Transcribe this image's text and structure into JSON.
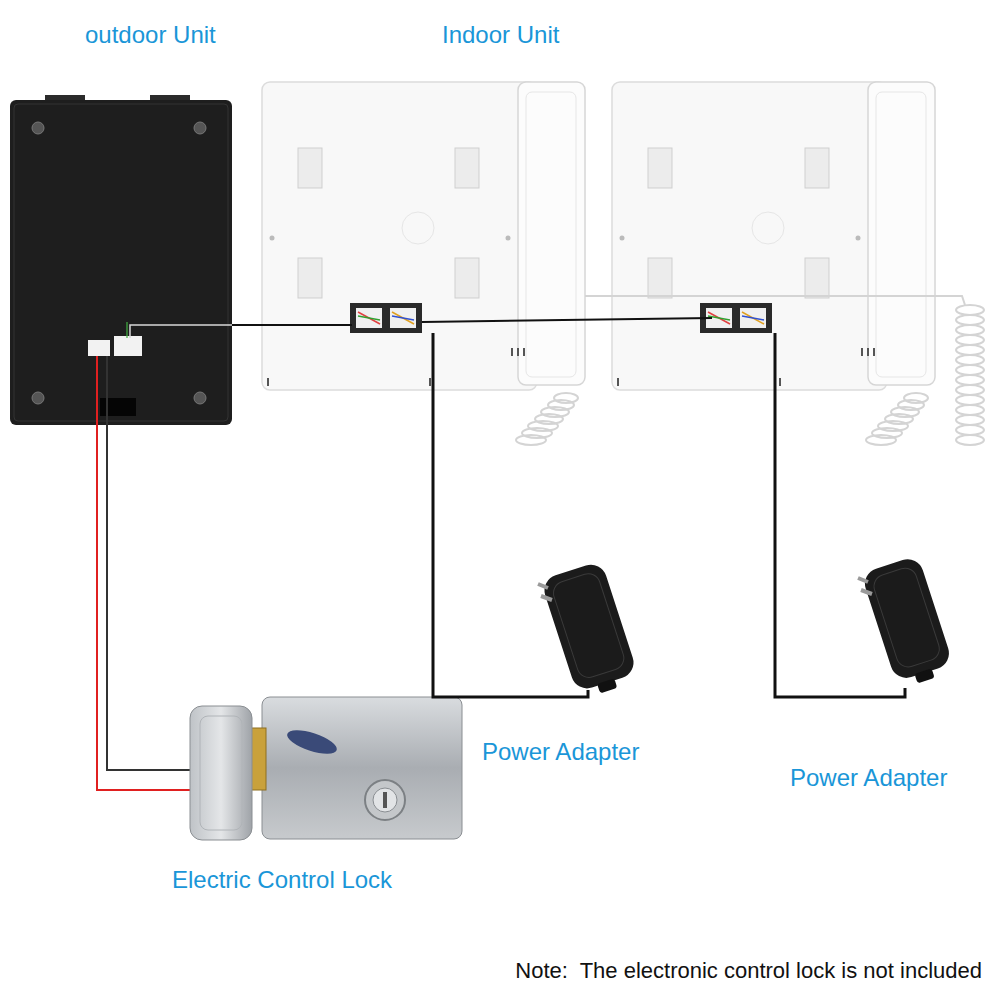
{
  "diagram": {
    "nodes": [
      {
        "text": [
          "outdoor Unit"
        ]
      },
      {
        "text": [
          "Indoor Unit"
        ]
      },
      {
        "text": [
          "Power Adapter"
        ]
      },
      {
        "text": [
          "Power Adapter"
        ]
      },
      {
        "text": [
          "Electric Control Lock"
        ]
      }
    ],
    "edges": [
      {
        "from": 0,
        "to": 1,
        "arrow": "none"
      },
      {
        "from": 1,
        "to": 2,
        "arrow": "none"
      },
      {
        "from": 0,
        "to": 4,
        "arrow": "none"
      }
    ],
    "labels": [
      "Note:  The electronic control lock is not included"
    ]
  }
}
